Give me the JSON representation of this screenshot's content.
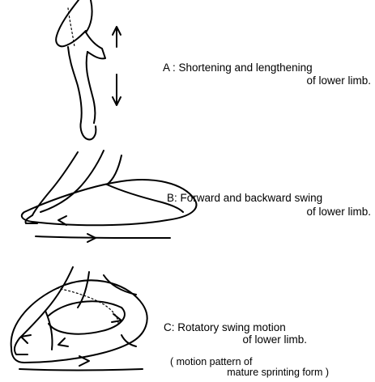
{
  "panels": [
    {
      "id": "A",
      "line1": "A :  Shortening and lengthening",
      "line2": "of lower limb."
    },
    {
      "id": "B",
      "line1": "B:  Forward and backward swing",
      "line2": "of lower limb."
    },
    {
      "id": "C",
      "line1": "C:  Rotatory swing  motion",
      "line2": "of lower limb.",
      "note1": "( motion pattern of",
      "note2": "mature sprinting form )"
    }
  ]
}
